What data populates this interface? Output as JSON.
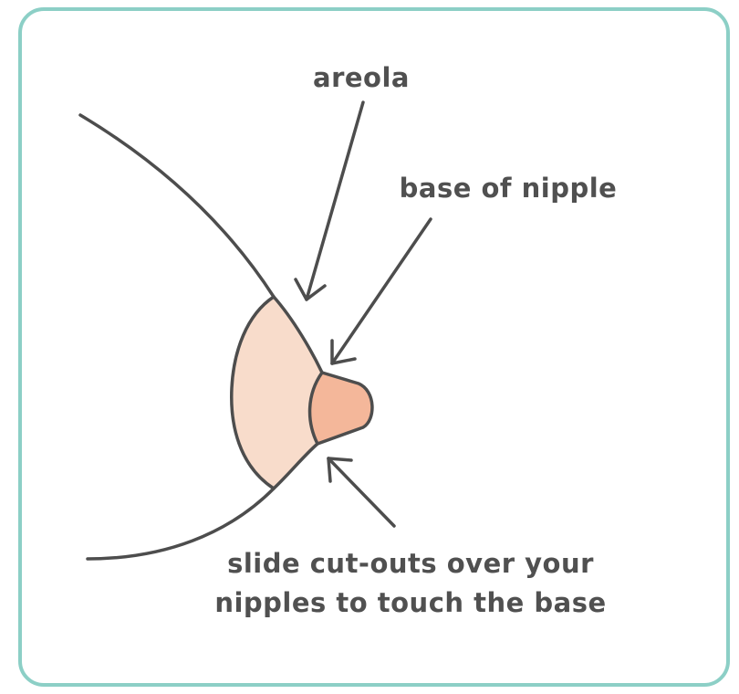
{
  "labels": {
    "areola": "areola",
    "base_of_nipple": "base of nipple",
    "instruction_line1": "slide cut-outs over your",
    "instruction_line2": "nipples to touch the base"
  },
  "colors": {
    "frame_border": "#8ccfc6",
    "outline": "#4d4d4d",
    "areola_fill": "#f8dccb",
    "nipple_fill": "#f4b79a",
    "text": "#505050"
  }
}
